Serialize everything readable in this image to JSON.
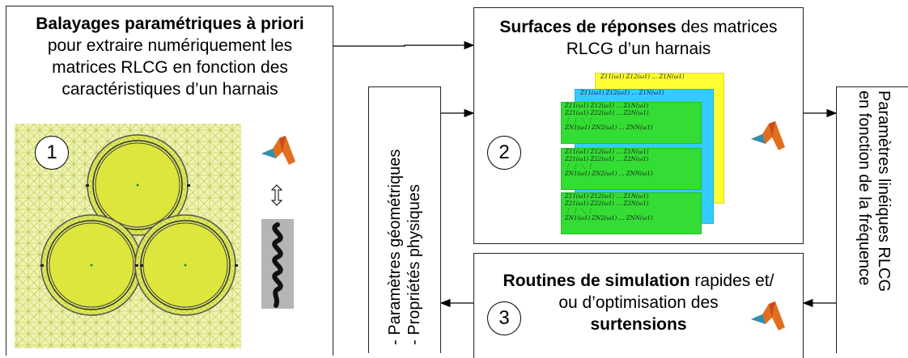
{
  "box1": {
    "number": "1",
    "title_bold": "Balayages paramétriques à priori",
    "line2": "pour extraire numériquement les",
    "line3": "matrices RLCG en fonction des",
    "line4": "caractéristiques d’un harnais"
  },
  "box2": {
    "number": "2",
    "title_bold": "Surfaces de réponses",
    "title_rest": " des matrices",
    "line2": "RLCG d’un harnais"
  },
  "box3": {
    "number": "3",
    "line1_bold": "Routines de simulation",
    "line1_rest": " rapides et/",
    "line2": "ou d’optimisation des",
    "line3_bold": "surtensions"
  },
  "left_vertical": {
    "line1": "- Paramètres géométriques",
    "line2": "- Propriétés physiques"
  },
  "right_vertical": {
    "line1": "Paramètres linéiques RLCG",
    "line2": "en fonction de la fréquence"
  },
  "matrix_labels": {
    "top": "Z11(ω1)   Z12(ω1)   …   Z1N(ω1)",
    "row2": "Z21(ω1)   Z22(ω1)   …   Z2N(ω1)",
    "dots": "⋮          ⋮       ⋱       ⋮",
    "bottom": "ZN1(ω1)   ZN2(ω1)   …   ZNN(ω1)"
  },
  "colors": {
    "matrix_yellow": "#ffff33",
    "matrix_cyan": "#33ccff",
    "matrix_green": "#33dd33",
    "mesh": "#d4e04a",
    "arrow": "#000000"
  },
  "icons": [
    "matlab-icon",
    "double-arrow-icon",
    "coil-icon"
  ]
}
